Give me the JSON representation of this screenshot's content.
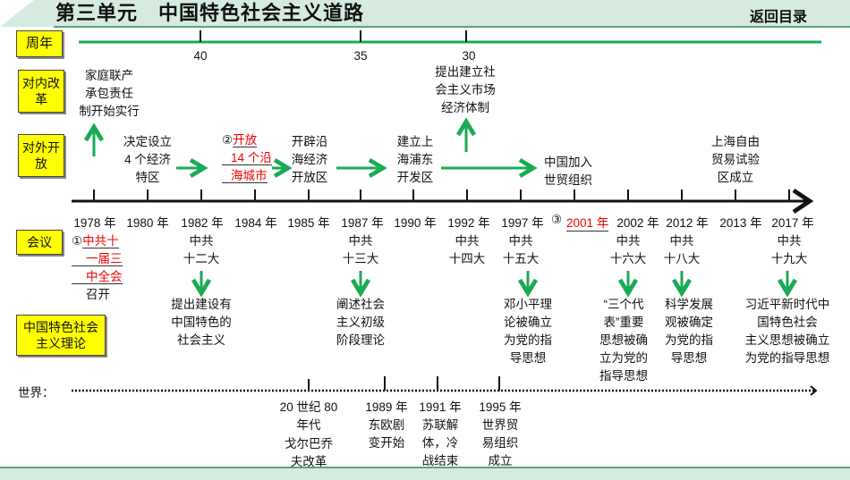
{
  "header": {
    "title": "第三单元　中国特色社会主义道路",
    "back_label": "返回目录"
  },
  "rows": {
    "anniversary": "周年",
    "domestic_reform": "对内改革",
    "opening_up": "对外开放",
    "meetings": "会议",
    "theory": "中国特色社会主义理论",
    "world": "世界："
  },
  "anniversary_ticks": [
    "40",
    "35",
    "30"
  ],
  "domestic": [
    "家庭联产\n承包责任\n制开始实行",
    "提出建立社\n会主义市场\n经济体制"
  ],
  "opening": {
    "sez": "决定设立\n4 个经济\n特区",
    "coastal_prefix": "②",
    "coastal_red": [
      "开放",
      "14 个沿",
      "海城市"
    ],
    "open_zone": "开辟沿\n海经济\n开放区",
    "pudong": "建立上\n海浦东\n开发区",
    "wto": "中国加入\n世贸组织",
    "ftz": "上海自由\n贸易试验\n区成立"
  },
  "years": [
    "1978 年",
    "1980 年",
    "1982 年",
    "1984 年",
    "1985 年",
    "1987 年",
    "1990 年",
    "1992 年",
    "1997 年",
    "③",
    "2001 年",
    "2002 年",
    "2012 年",
    "2013 年",
    "2017 年"
  ],
  "meetings": {
    "m1_prefix": "①",
    "m1_red": [
      "中共十",
      "一届三",
      "中全会"
    ],
    "m1_suffix": "召开",
    "m12": "中共\n十二大",
    "m13": "中共\n十三大",
    "m14": "中共\n十四大",
    "m15": "中共\n十五大",
    "m16": "中共\n十六大",
    "m18": "中共\n十八大",
    "m19": "中共\n十九大"
  },
  "theory": {
    "t12": "提出建设有\n中国特色的\n社会主义",
    "t13": "阐述社会\n主义初级\n阶段理论",
    "t15": "邓小平理\n论被确立\n为党的指\n导思想",
    "t16": "“三个代\n表”重要\n思想被确\n立为党的\n指导思想",
    "t18": "科学发展\n观被确定\n为党的指\n导思想",
    "t19": "习近平新时代中\n国特色社会\n主义思想被确立\n为党的指导思想"
  },
  "world": [
    {
      "year": "20 世纪 80 年代",
      "text": "戈尔巴乔\n夫改革"
    },
    {
      "year": "1989 年",
      "text": "东欧剧\n变开始"
    },
    {
      "year": "1991 年",
      "text": "苏联解\n体，冷\n战结束"
    },
    {
      "year": "1995 年",
      "text": "世界贸\n易组织\n成立"
    }
  ],
  "colors": {
    "green": "#1aaa55",
    "yellow": "#ffff00",
    "red": "#e00000"
  }
}
